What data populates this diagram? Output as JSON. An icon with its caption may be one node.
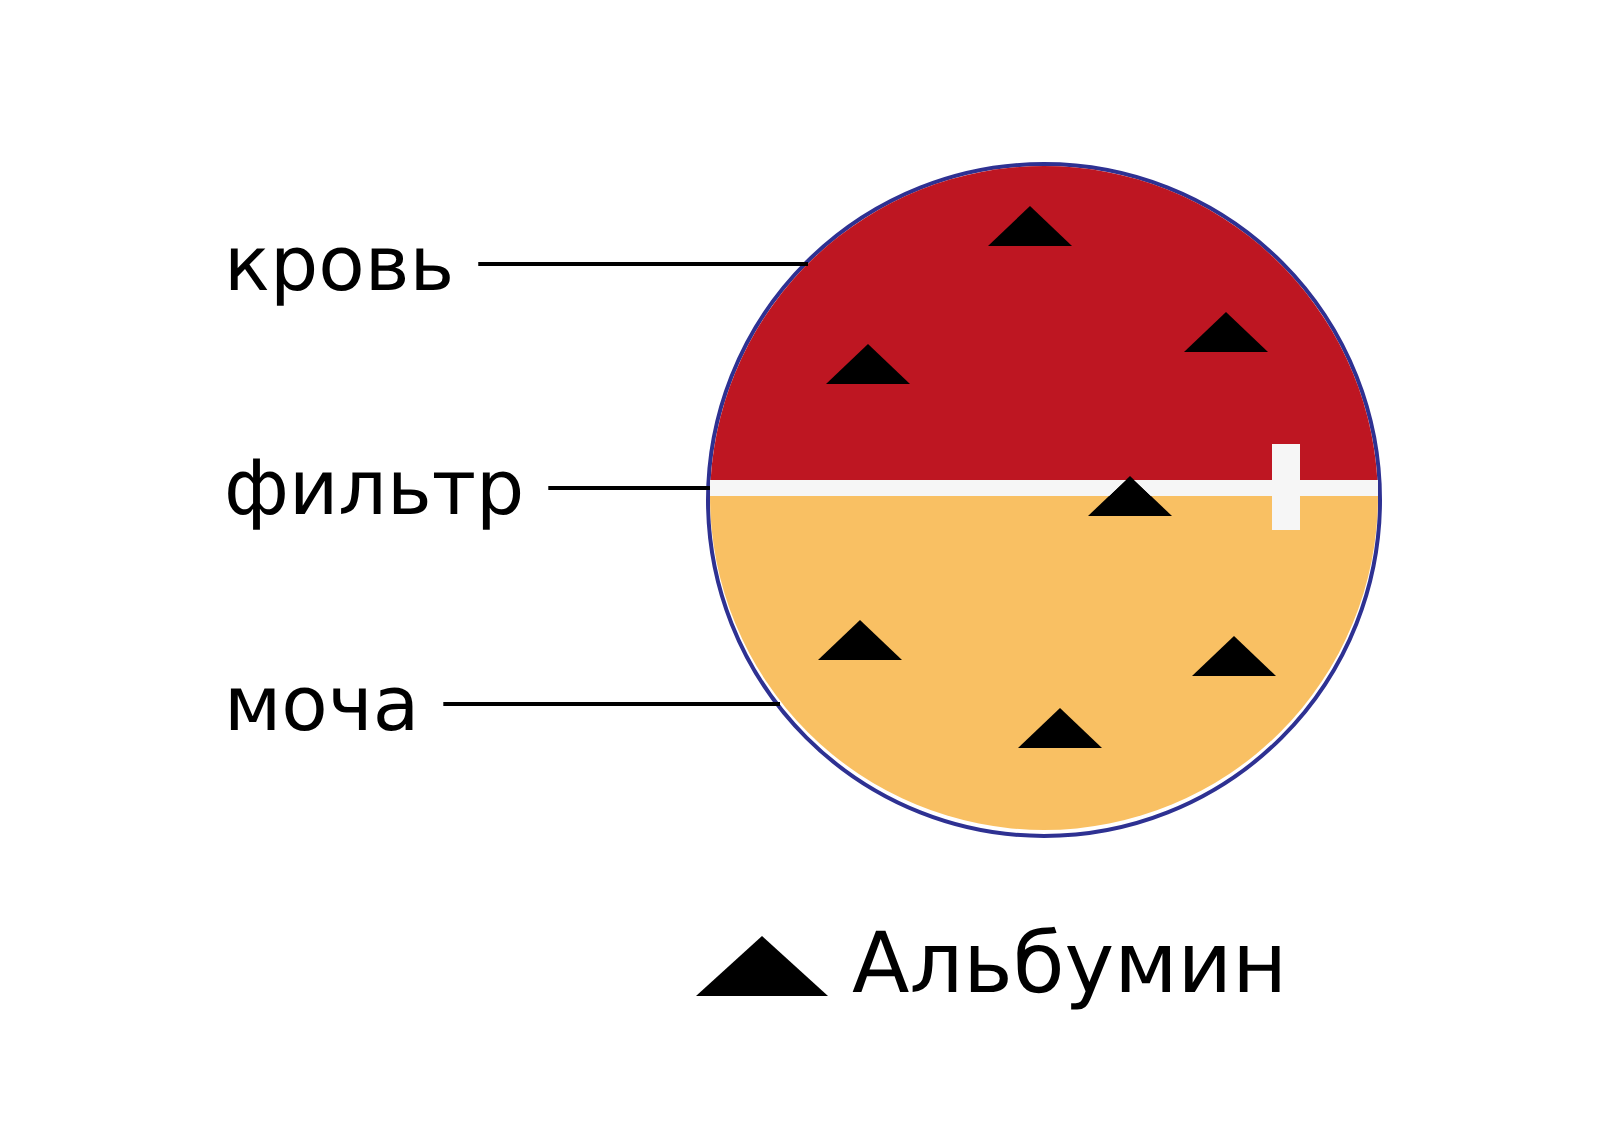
{
  "diagram": {
    "nodes": [
      {
        "text": [
          "кровь"
        ]
      },
      {
        "text": [
          "фильтр"
        ]
      },
      {
        "text": [
          "моча"
        ]
      },
      {
        "text": [],
        "shape": "semicircle"
      },
      {
        "text": [],
        "shape": "bar"
      },
      {
        "text": [],
        "shape": "semicircle"
      }
    ],
    "edges": [
      {
        "from": 0,
        "to": 3,
        "arrow": "none"
      },
      {
        "from": 1,
        "to": 4,
        "arrow": "none"
      },
      {
        "from": 2,
        "to": 5,
        "arrow": "none"
      }
    ],
    "legend": [
      {
        "text": "Альбумин"
      }
    ]
  }
}
